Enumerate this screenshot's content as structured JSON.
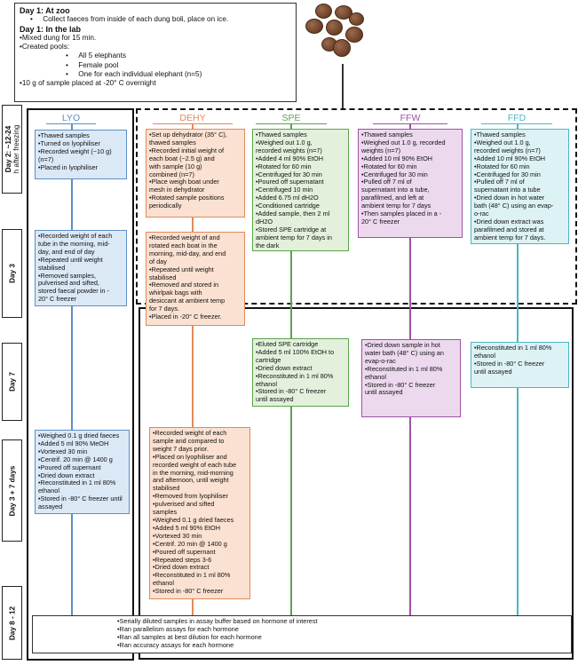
{
  "colors": {
    "lyo": "#5b8fc8",
    "dehy": "#e08a5a",
    "spe": "#5aa54a",
    "ffw": "#a050a8",
    "ffd": "#49b8c4"
  },
  "intro": {
    "day1_zoo": "Day 1: At zoo",
    "zoo_item": "Collect faeces from inside of each dung boli, place on ice.",
    "day1_lab": "Day 1: In the lab",
    "mix": "•Mixed dung for 15 min.",
    "pools": "•Created pools:",
    "pool_items": [
      "All 5 elephants",
      "Female pool",
      "One for each individual elephant (n=5)"
    ],
    "freeze": "•10 g of sample placed at -20° C overnight"
  },
  "image_icon": "dung-pile-icon",
  "days": {
    "d2": [
      "Day 2: ~12-24",
      "h after freezing"
    ],
    "d3": "Day 3",
    "d7": "Day 7",
    "d37": "Day 3 + 7 days",
    "d812": "Day 8 - 12"
  },
  "columns": {
    "lyo": "LYO",
    "dehy": "DEHY",
    "spe": "SPE",
    "ffw": "FFW",
    "ffd": "FFD"
  },
  "boxes": {
    "lyo1": [
      "•Thawed samples",
      "•Turned on lyophiliser",
      "•Recorded weight (~10 g)",
      "(n=7)",
      "•Placed in lyophiliser"
    ],
    "lyo2": [
      "•Recorded weight of each",
      "tube in the morning, mid-",
      "day, and end of day",
      "•Repeated until weight",
      "stabilised",
      "•Removed samples,",
      "pulverised and sifted,",
      "stored faecal powder in -",
      "20° C freezer"
    ],
    "lyo3": [
      "•Weighed 0.1 g dried faeces",
      "•Added 5 ml 90% MeOH",
      "•Vortexed 30 min",
      "•Centrif. 20 min @ 1400 g",
      "•Poured off supernant",
      "•Dried down extract",
      "•Reconstituted in 1 ml 80%",
      "ethanol",
      "•Stored in -80° C freezer until",
      "assayed"
    ],
    "dehy1": [
      "•Set up dehydrator (35° C),",
      "thawed samples",
      "•Recorded initial weight of",
      "each boat (~2.5 g) and",
      "with sample (10 g)",
      "combined (n=7)",
      "•Place weigh boat under",
      "mesh in dehydrator",
      "•Rotated sample positions",
      "periodically"
    ],
    "dehy2": [
      "•Recorded weight of and",
      "rotated each boat in the",
      "morning, mid-day, and end",
      "of day",
      "•Repeated until weight",
      "stabilised",
      "•Removed and stored in",
      "whirlpak bags with",
      "desiccant at ambient temp",
      "for 7 days.",
      "•Placed in -20° C freezer."
    ],
    "dehy3": [
      "•Recorded weight of each",
      "sample and compared to",
      "weight 7 days prior.",
      "•Placed on lyophiliser and",
      "recorded weight of each tube",
      "in the morning, mid-morning",
      "and afternoon, until weight",
      "stabilised",
      "•Removed from lyophiliser",
      "•pulverised and sifted",
      "samples",
      "•Weighed 0.1 g dried faeces",
      "•Added 5 ml 90% EtOH",
      "•Vortexed 30 min",
      "•Centrif. 20 min @ 1400 g",
      "•Poured off supernant",
      "•Repeated steps 3-6",
      "•Dried down extract",
      "•Reconstituted in 1 ml 80%",
      "ethanol",
      "•Stored in -80° C freezer"
    ],
    "spe1": [
      "•Thawed samples",
      "•Weighed out 1.0 g,",
      "recorded weights (n=7)",
      "•Added 4 ml 90% EtOH",
      "•Rotated for 60 min",
      "•Centrifuged for 30 min",
      "•Poured off supernatant",
      "•Centrifuged 10 min",
      "•Added 6.75 ml dH2O",
      "•Conditioned cartridge",
      "•Added sample, then 2 ml",
      "dH2O",
      "•Stored SPE cartridge at",
      "ambient temp for 7 days in",
      "the dark"
    ],
    "spe2": [
      "•Eluted SPE cartridge",
      "•Added 5 ml 100% EtOH to",
      "cartridge",
      "•Dried down extract",
      "•Reconstituted in 1 ml 80%",
      "ethanol",
      "•Stored in -80° C freezer",
      "until assayed"
    ],
    "ffw1": [
      "•Thawed samples",
      "•Weighed out 1.0 g, recorded",
      "weights (n=7)",
      "•Added 10 ml 90% EtOH",
      "•Rotated for 60 min",
      "•Centrifuged for 30 min",
      "•Pulled off 7 ml of",
      "supernatant into a tube,",
      "parafilmed, and left at",
      "ambient temp for 7 days",
      "•Then samples placed in a -",
      "20° C freezer"
    ],
    "ffw2": [
      "•Dried down sample in hot",
      "water bath (48° C) using an",
      "evap-o-rac",
      "•Reconstituted in 1 ml 80%",
      "ethanol",
      "•Stored in -80° C freezer",
      "until assayed"
    ],
    "ffd1": [
      "•Thawed samples",
      "•Weighed out 1.0 g,",
      "recorded weights (n=7)",
      "•Added 10 ml 90% EtOH",
      "•Rotated for 60 min",
      "•Centrifuged for 30 min",
      "•Pulled off 7 ml of",
      "supernatant into a tube",
      "•Dried down in hot water",
      "bath (48° C) using an evap-",
      "o-rac",
      "•Dried down extract was",
      "parafilmed and stored at",
      "ambient temp for 7 days."
    ],
    "ffd2": [
      "•Reconstituted in 1 ml 80%",
      "ethanol",
      "•Stored in -80° C freezer",
      "until assayed"
    ]
  },
  "final": [
    "•Serially diluted samples in assay buffer based on hormone of interest",
    "•Ran parallelism assays for each hormone",
    "•Ran all samples at best dilution for each hormone",
    "•Ran accuracy assays for each hormone"
  ]
}
